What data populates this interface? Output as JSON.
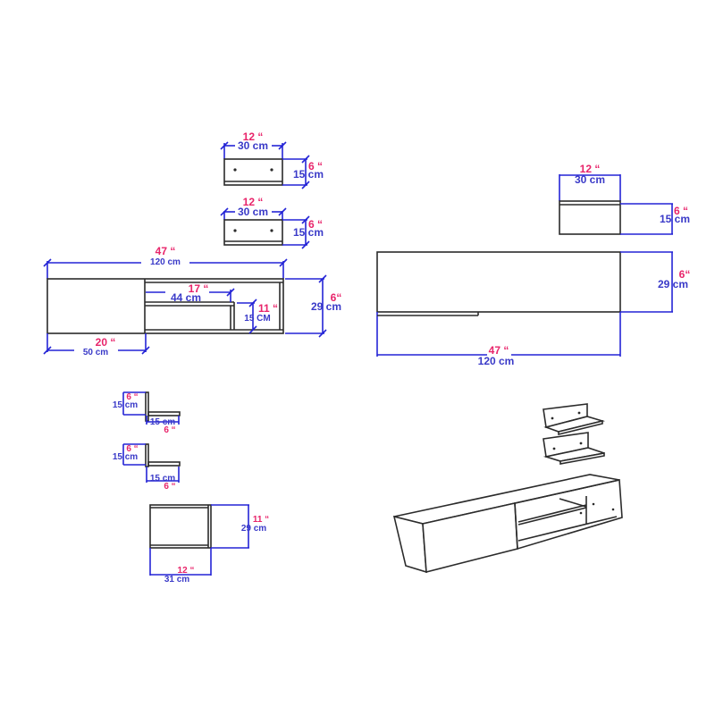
{
  "diagram": {
    "type": "furniture-dimension-drawing",
    "colors": {
      "outline": "#2b2b2b",
      "dimension_line": "#2424d6",
      "inch_label": "#e8246a",
      "cm_label": "#3a3ac8"
    },
    "front_view_shelves": {
      "shelf_1": {
        "width_in": "12 “",
        "width_cm": "30 cm",
        "height_in": "6 “",
        "height_cm": "15 cm"
      },
      "shelf_2": {
        "width_in": "12 “",
        "width_cm": "30 cm",
        "height_in": "6 “",
        "height_cm": "15 cm"
      }
    },
    "front_view_unit": {
      "width_in": "47 “",
      "width_cm": "120 cm",
      "height_in": "6“",
      "height_cm": "29 cm",
      "door_in": "20 “",
      "door_cm": "50 cm",
      "open_in": "17 “",
      "open_cm": "44 cm",
      "compartment_in": "11 “",
      "compartment_cm": "15 CM"
    },
    "top_view_shelf": {
      "width_in": "12 “",
      "width_cm": "30 cm",
      "depth_in": "6 “",
      "depth_cm": "15 cm"
    },
    "top_view_unit": {
      "width_in": "47 “",
      "width_cm": "120 cm",
      "depth_in": "6“",
      "depth_cm": "29 cm"
    },
    "side_view_shelves": {
      "shelf_1": {
        "height_in": "6 “",
        "height_cm": "15 cm",
        "depth_cm": "15 cm",
        "depth_in": "6 “"
      },
      "shelf_2": {
        "height_in": "6 “",
        "height_cm": "15 cm",
        "depth_cm": "15 cm",
        "depth_in": "6 “"
      }
    },
    "side_view_unit": {
      "height_in": "11 “",
      "height_cm": "29 cm",
      "depth_in": "12 “",
      "depth_cm": "31 cm"
    }
  }
}
